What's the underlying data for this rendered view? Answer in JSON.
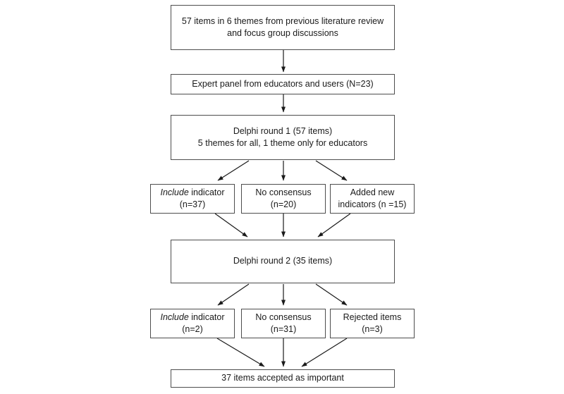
{
  "colors": {
    "background": "#ffffff",
    "box_border": "#4d4d4d",
    "arrow": "#1a1a1a",
    "text": "#1a1a1a"
  },
  "nodes": {
    "source": {
      "line1": "57 items in 6 themes from previous literature review",
      "line2": "and focus group discussions"
    },
    "panel": {
      "line1": "Expert panel from educators and users (N=23)"
    },
    "round1": {
      "line1": "Delphi round 1 (57 items)",
      "line2": "5 themes for all, 1 theme only for educators"
    },
    "r1_include": {
      "italic": "Include",
      "line1_rest": " indicator",
      "line2": "(n=37)"
    },
    "r1_no_consensus": {
      "line1": "No consensus",
      "line2": "(n=20)"
    },
    "r1_added": {
      "line1": "Added new",
      "line2": "indicators (n =15)"
    },
    "round2": {
      "line1": "Delphi round 2 (35 items)"
    },
    "r2_include": {
      "italic": "Include",
      "line1_rest": " indicator",
      "line2": "(n=2)"
    },
    "r2_no_consensus": {
      "line1": "No consensus",
      "line2": "(n=31)"
    },
    "r2_rejected": {
      "line1": "Rejected items",
      "line2": "(n=3)"
    },
    "accepted": {
      "line1": "37 items accepted as important"
    }
  },
  "edges": [
    {
      "from": "source",
      "to": "panel"
    },
    {
      "from": "panel",
      "to": "round1"
    },
    {
      "from": "round1",
      "to": "r1_include"
    },
    {
      "from": "round1",
      "to": "r1_no_consensus"
    },
    {
      "from": "round1",
      "to": "r1_added"
    },
    {
      "from": "r1_include",
      "to": "round2"
    },
    {
      "from": "r1_no_consensus",
      "to": "round2"
    },
    {
      "from": "r1_added",
      "to": "round2"
    },
    {
      "from": "round2",
      "to": "r2_include"
    },
    {
      "from": "round2",
      "to": "r2_no_consensus"
    },
    {
      "from": "round2",
      "to": "r2_rejected"
    },
    {
      "from": "r2_include",
      "to": "accepted"
    },
    {
      "from": "r2_no_consensus",
      "to": "accepted"
    },
    {
      "from": "r2_rejected",
      "to": "accepted"
    }
  ]
}
